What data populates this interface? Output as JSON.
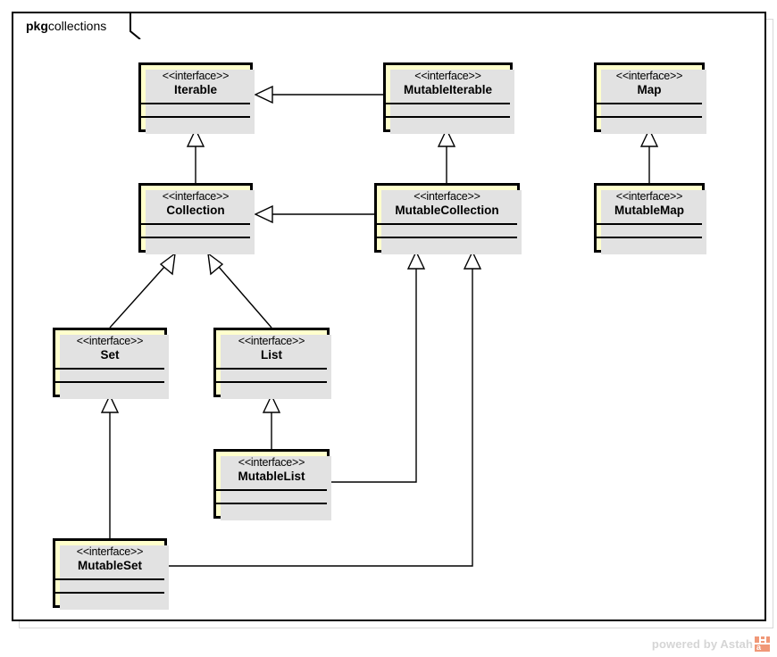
{
  "package": {
    "keyword": "pkg",
    "name": "collections"
  },
  "stereotype_label": "<<interface>>",
  "classes": [
    {
      "id": "iterable",
      "name": "Iterable",
      "stereotype": "<<interface>>"
    },
    {
      "id": "mutableiterable",
      "name": "MutableIterable",
      "stereotype": "<<interface>>"
    },
    {
      "id": "map",
      "name": "Map",
      "stereotype": "<<interface>>"
    },
    {
      "id": "collection",
      "name": "Collection",
      "stereotype": "<<interface>>"
    },
    {
      "id": "mutablecollection",
      "name": "MutableCollection",
      "stereotype": "<<interface>>"
    },
    {
      "id": "mutablemap",
      "name": "MutableMap",
      "stereotype": "<<interface>>"
    },
    {
      "id": "set",
      "name": "Set",
      "stereotype": "<<interface>>"
    },
    {
      "id": "list",
      "name": "List",
      "stereotype": "<<interface>>"
    },
    {
      "id": "mutablelist",
      "name": "MutableList",
      "stereotype": "<<interface>>"
    },
    {
      "id": "mutableset",
      "name": "MutableSet",
      "stereotype": "<<interface>>"
    }
  ],
  "relationships": [
    {
      "from": "MutableIterable",
      "to": "Iterable",
      "type": "generalization"
    },
    {
      "from": "Collection",
      "to": "Iterable",
      "type": "generalization"
    },
    {
      "from": "MutableCollection",
      "to": "MutableIterable",
      "type": "generalization"
    },
    {
      "from": "MutableCollection",
      "to": "Collection",
      "type": "generalization"
    },
    {
      "from": "MutableMap",
      "to": "Map",
      "type": "generalization"
    },
    {
      "from": "Set",
      "to": "Collection",
      "type": "generalization"
    },
    {
      "from": "List",
      "to": "Collection",
      "type": "generalization"
    },
    {
      "from": "MutableList",
      "to": "List",
      "type": "generalization"
    },
    {
      "from": "MutableList",
      "to": "MutableCollection",
      "type": "generalization"
    },
    {
      "from": "MutableSet",
      "to": "Set",
      "type": "generalization"
    },
    {
      "from": "MutableSet",
      "to": "MutableCollection",
      "type": "generalization"
    }
  ],
  "watermark": {
    "text": "powered by Astah",
    "logo_letter": "a"
  },
  "colors": {
    "class_fill": "#ffffcc",
    "class_border": "#000000",
    "shadow": "#e2e2e2",
    "line": "#000000",
    "watermark_text": "#d5d5d5",
    "watermark_logo": "#f09878"
  }
}
